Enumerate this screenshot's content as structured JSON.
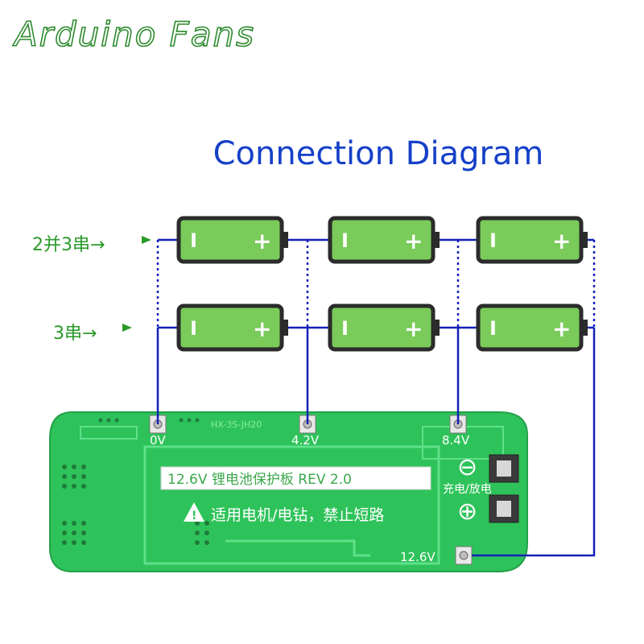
{
  "brand": "Arduino Fans",
  "title": "Connection Diagram",
  "rows": [
    {
      "label": "2并3串",
      "arrow": "→"
    },
    {
      "label": "3串",
      "arrow": "→"
    }
  ],
  "cell": {
    "neg_symbol": "I",
    "pos_symbol": "+"
  },
  "board": {
    "pads": [
      "0V",
      "4.2V",
      "8.4V",
      "12.6V"
    ],
    "silk_code": "HX-3S-JH20",
    "label_line1": "12.6V 锂电池保护板 REV 2.0",
    "label_line2": "适用电机/电钻，禁止短路",
    "warning_symbol": "!",
    "charge_label": "充电/放电",
    "minus_symbol": "⊖",
    "plus_symbol": "⊕"
  },
  "colors": {
    "wire": "#1420b8",
    "battery_fill": "#7acb5a",
    "battery_border": "#2b2b2b",
    "pcb": "#2ec35a",
    "label_green": "#2a9a2a",
    "title_blue": "#1540c8"
  }
}
